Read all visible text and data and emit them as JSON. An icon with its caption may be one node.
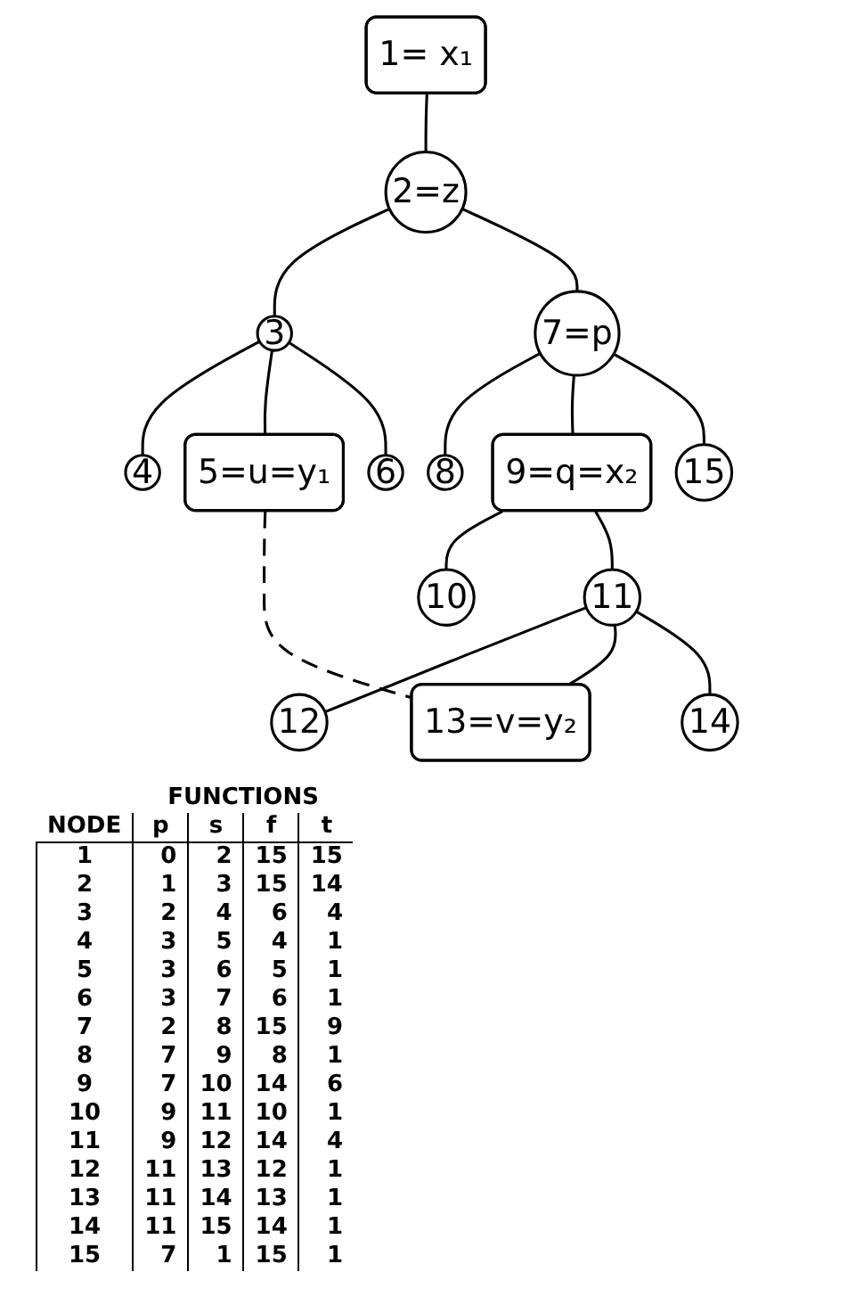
{
  "diagram": {
    "nodes": [
      {
        "text": [
          "1= x₁"
        ]
      },
      {
        "text": [
          "2=z"
        ]
      },
      {
        "text": [
          "3"
        ]
      },
      {
        "text": [
          "7=p"
        ]
      },
      {
        "text": [
          "4"
        ]
      },
      {
        "text": [
          "5=u=y₁"
        ]
      },
      {
        "text": [
          "6"
        ]
      },
      {
        "text": [
          "8"
        ]
      },
      {
        "text": [
          "9=q=x₂"
        ]
      },
      {
        "text": [
          "15"
        ]
      },
      {
        "text": [
          "10"
        ]
      },
      {
        "text": [
          "11"
        ]
      },
      {
        "text": [
          "12"
        ]
      },
      {
        "text": [
          "13=v=y₂"
        ]
      },
      {
        "text": [
          "14"
        ]
      }
    ],
    "edges": [
      {
        "from": 0,
        "to": 1,
        "arrow": "none"
      },
      {
        "from": 1,
        "to": 2,
        "arrow": "none"
      },
      {
        "from": 1,
        "to": 3,
        "arrow": "none"
      },
      {
        "from": 2,
        "to": 4,
        "arrow": "none"
      },
      {
        "from": 2,
        "to": 5,
        "arrow": "none"
      },
      {
        "from": 2,
        "to": 6,
        "arrow": "none"
      },
      {
        "from": 3,
        "to": 7,
        "arrow": "none"
      },
      {
        "from": 3,
        "to": 8,
        "arrow": "none"
      },
      {
        "from": 3,
        "to": 9,
        "arrow": "none"
      },
      {
        "from": 8,
        "to": 10,
        "arrow": "none"
      },
      {
        "from": 8,
        "to": 11,
        "arrow": "none"
      },
      {
        "from": 11,
        "to": 12,
        "arrow": "none"
      },
      {
        "from": 11,
        "to": 13,
        "arrow": "none"
      },
      {
        "from": 11,
        "to": 14,
        "arrow": "none"
      },
      {
        "from": 5,
        "to": 13,
        "arrow": "none",
        "style": "dashed"
      }
    ],
    "labels": [
      "FUNCTIONS",
      "NODE",
      "p",
      "s",
      "f",
      "t",
      "1",
      "0",
      "2",
      "15",
      "15",
      "2",
      "1",
      "3",
      "15",
      "14",
      "3",
      "2",
      "4",
      "6",
      "4",
      "4",
      "3",
      "5",
      "4",
      "1",
      "5",
      "3",
      "6",
      "5",
      "1",
      "6",
      "3",
      "7",
      "6",
      "1",
      "7",
      "2",
      "8",
      "15",
      "9",
      "8",
      "7",
      "9",
      "8",
      "1",
      "9",
      "7",
      "10",
      "14",
      "6",
      "10",
      "9",
      "11",
      "10",
      "1",
      "11",
      "9",
      "12",
      "14",
      "4",
      "12",
      "11",
      "13",
      "12",
      "1",
      "13",
      "11",
      "14",
      "13",
      "1",
      "14",
      "11",
      "15",
      "14",
      "1",
      "15",
      "7",
      "1",
      "15",
      "1"
    ]
  }
}
